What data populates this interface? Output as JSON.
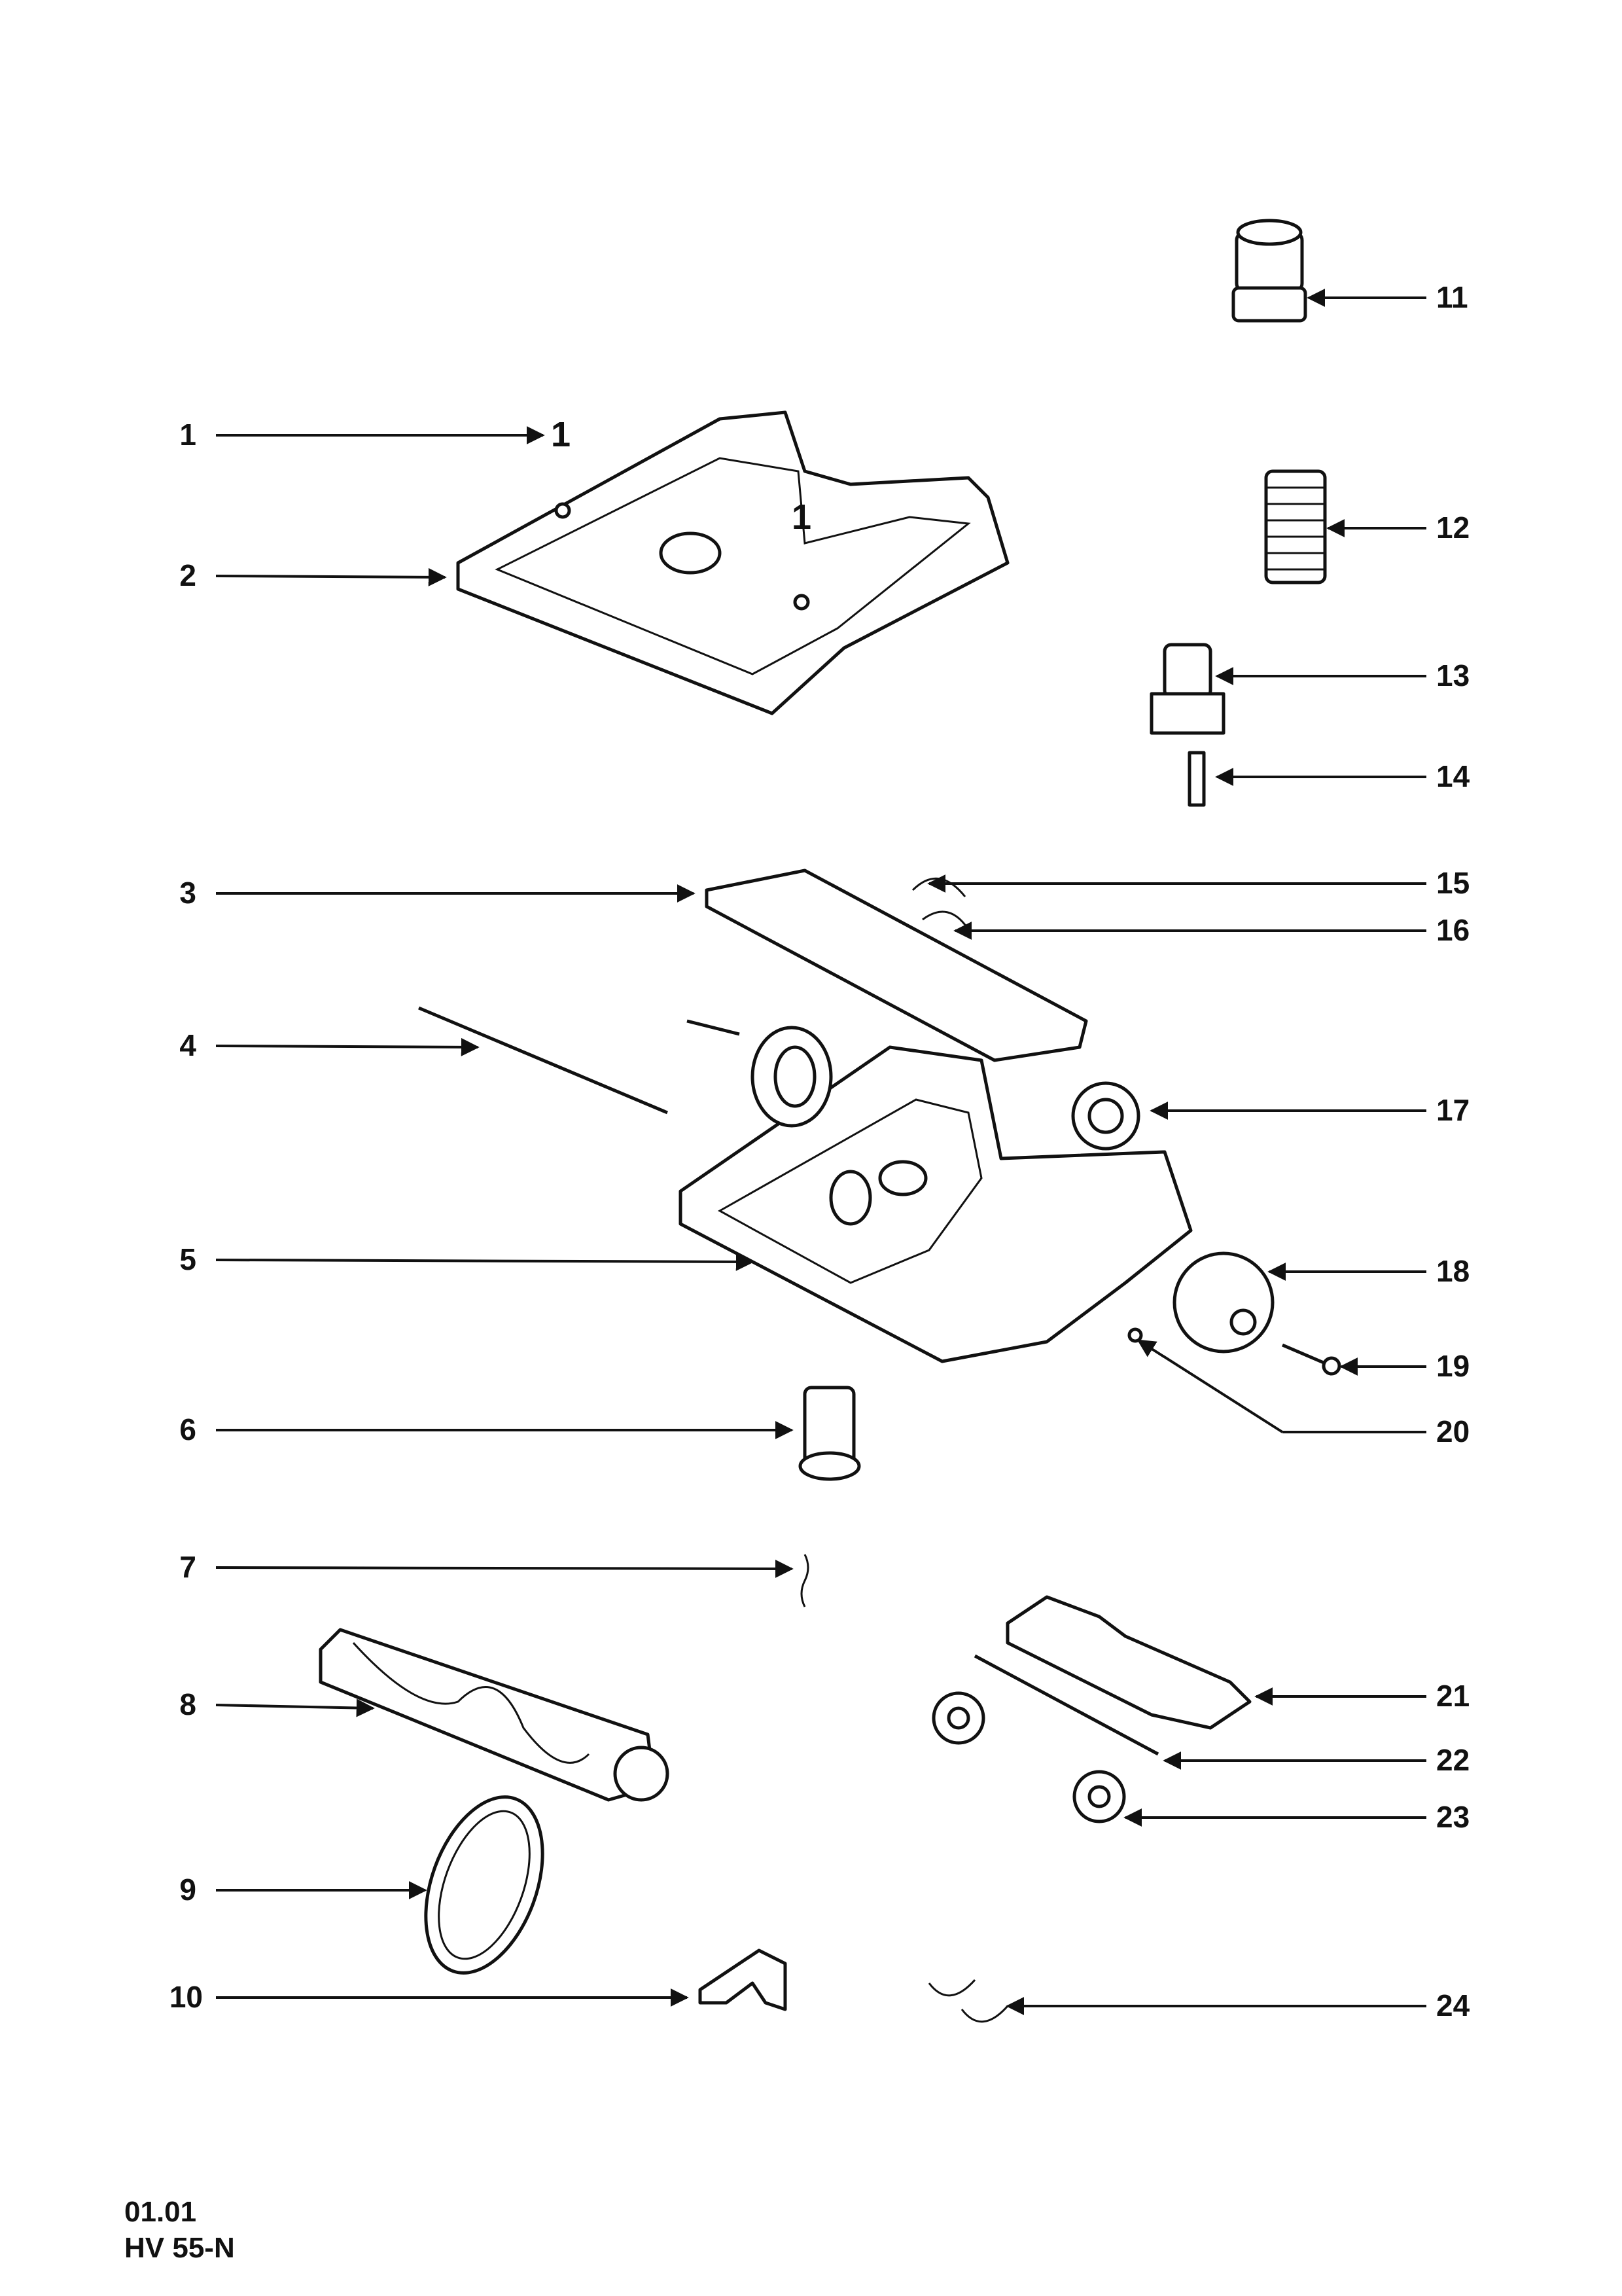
{
  "parts_left": [
    "1",
    "2",
    "3",
    "4",
    "5",
    "6",
    "7",
    "8",
    "9",
    "10"
  ],
  "parts_right": [
    "11",
    "12",
    "13",
    "14",
    "15",
    "16",
    "17",
    "18",
    "19",
    "20",
    "21",
    "22",
    "23",
    "24"
  ],
  "inline_marks": [
    "1",
    "1"
  ],
  "footer": {
    "date": "01.01",
    "model": "HV 55-N"
  }
}
